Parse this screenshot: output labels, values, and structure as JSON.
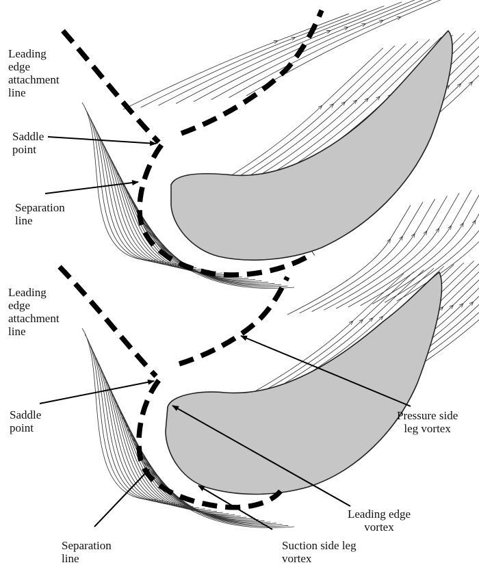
{
  "labels": {
    "upper_leading_edge": [
      "Leading",
      "edge",
      "attachment",
      "line"
    ],
    "upper_saddle": [
      "Saddle",
      "point"
    ],
    "upper_separation": [
      "Separation",
      "line"
    ],
    "lower_leading_edge": [
      "Leading",
      "edge",
      "attachment",
      "line"
    ],
    "lower_saddle": [
      "Saddle",
      "point"
    ],
    "lower_separation": [
      "Separation",
      "line"
    ],
    "pressure_side": [
      "Pressure side",
      "leg vortex"
    ],
    "leading_edge_vortex": [
      "Leading edge",
      "vortex"
    ],
    "suction_side": [
      "Suction side leg",
      "vortex"
    ]
  },
  "colors": {
    "blade_fill": "#c6c6c6",
    "streamline": "#333333",
    "separation_dash": "#000000"
  }
}
